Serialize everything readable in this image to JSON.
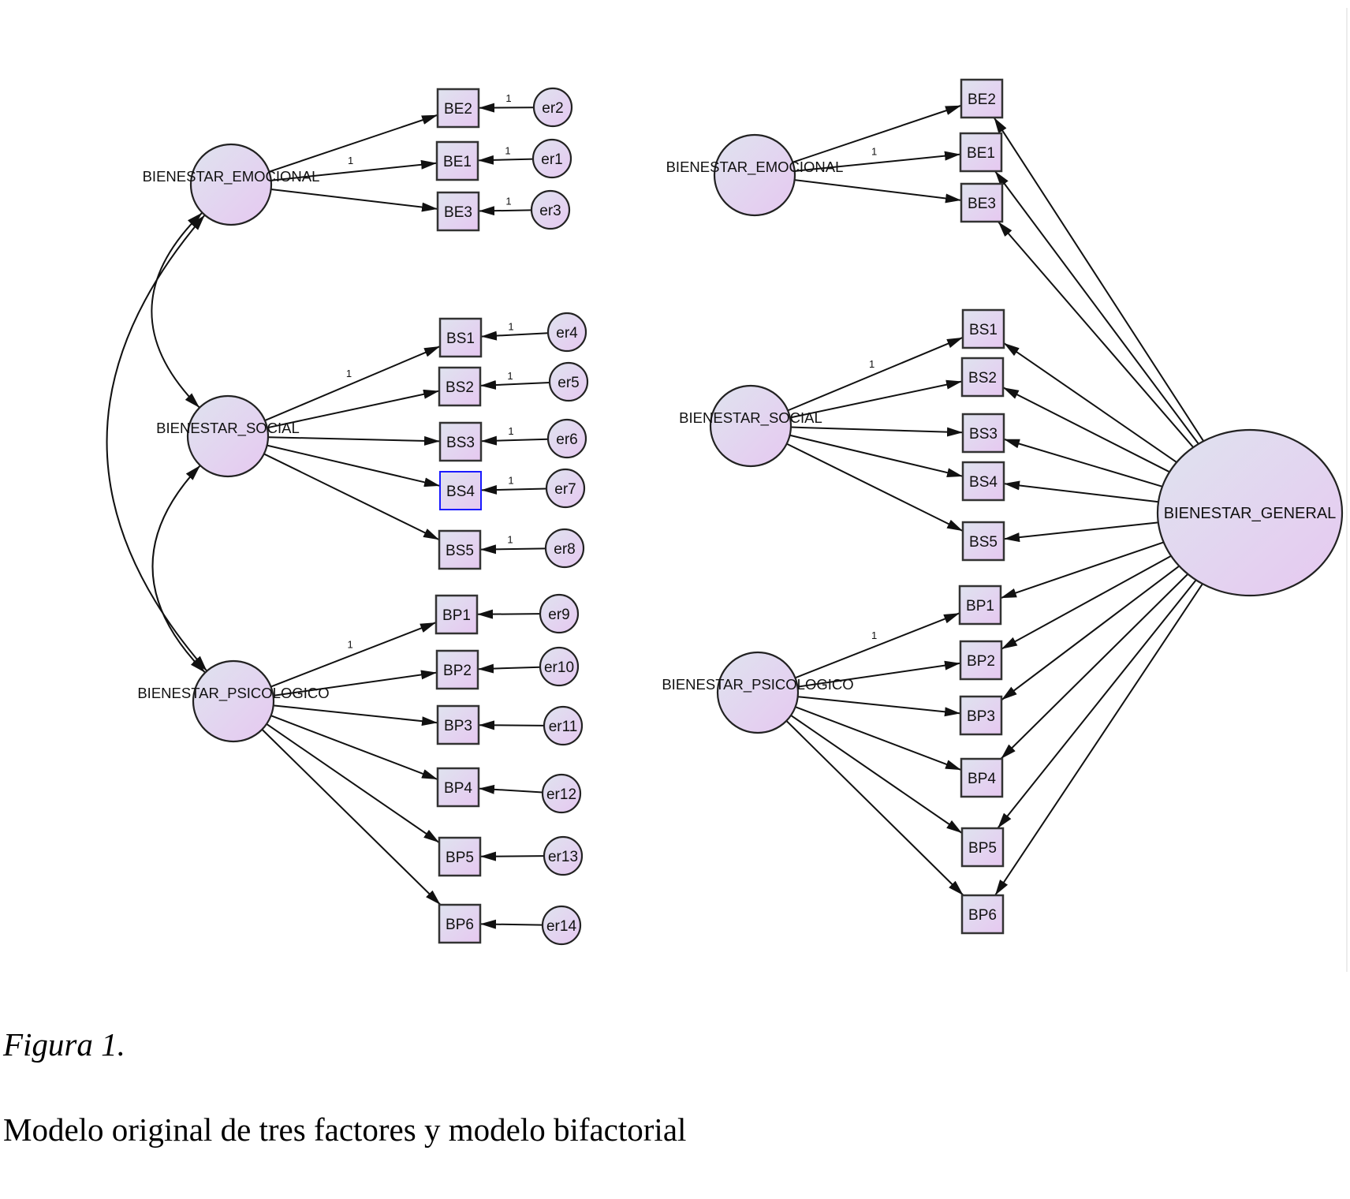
{
  "caption": {
    "label": "Figura 1.",
    "title": "Modelo original de tres factores y modelo bifactorial"
  },
  "colors": {
    "node_fill_start": "#dfe3ef",
    "node_fill_end": "#e6c8f0",
    "edge": "#111111",
    "selected_outline": "#1a1aff"
  },
  "models": {
    "three_factor": {
      "factors": [
        {
          "id": "L_EMO",
          "label": "BIENESTAR_EMOCIONAL"
        },
        {
          "id": "L_SOC",
          "label": "BIENESTAR_SOCIAL"
        },
        {
          "id": "L_PSI",
          "label": "BIENESTAR_PSICOLOGICO"
        }
      ],
      "indicators": [
        {
          "id": "L_BE2",
          "label": "BE2",
          "factor": "L_EMO",
          "error": "er2",
          "loading": "",
          "error_coef": "1"
        },
        {
          "id": "L_BE1",
          "label": "BE1",
          "factor": "L_EMO",
          "error": "er1",
          "loading": "1",
          "error_coef": "1"
        },
        {
          "id": "L_BE3",
          "label": "BE3",
          "factor": "L_EMO",
          "error": "er3",
          "loading": "",
          "error_coef": "1"
        },
        {
          "id": "L_BS1",
          "label": "BS1",
          "factor": "L_SOC",
          "error": "er4",
          "loading": "1",
          "error_coef": "1"
        },
        {
          "id": "L_BS2",
          "label": "BS2",
          "factor": "L_SOC",
          "error": "er5",
          "loading": "",
          "error_coef": "1"
        },
        {
          "id": "L_BS3",
          "label": "BS3",
          "factor": "L_SOC",
          "error": "er6",
          "loading": "",
          "error_coef": "1"
        },
        {
          "id": "L_BS4",
          "label": "BS4",
          "factor": "L_SOC",
          "error": "er7",
          "loading": "",
          "error_coef": "1",
          "selected": true
        },
        {
          "id": "L_BS5",
          "label": "BS5",
          "factor": "L_SOC",
          "error": "er8",
          "loading": "",
          "error_coef": "1"
        },
        {
          "id": "L_BP1",
          "label": "BP1",
          "factor": "L_PSI",
          "error": "er9",
          "loading": "1",
          "error_coef": ""
        },
        {
          "id": "L_BP2",
          "label": "BP2",
          "factor": "L_PSI",
          "error": "er10",
          "loading": "",
          "error_coef": ""
        },
        {
          "id": "L_BP3",
          "label": "BP3",
          "factor": "L_PSI",
          "error": "er11",
          "loading": "",
          "error_coef": ""
        },
        {
          "id": "L_BP4",
          "label": "BP4",
          "factor": "L_PSI",
          "error": "er12",
          "loading": "",
          "error_coef": ""
        },
        {
          "id": "L_BP5",
          "label": "BP5",
          "factor": "L_PSI",
          "error": "er13",
          "loading": "",
          "error_coef": ""
        },
        {
          "id": "L_BP6",
          "label": "BP6",
          "factor": "L_PSI",
          "error": "er14",
          "loading": "",
          "error_coef": ""
        }
      ],
      "covariances": [
        {
          "from": "L_EMO",
          "to": "L_SOC"
        },
        {
          "from": "L_SOC",
          "to": "L_PSI"
        },
        {
          "from": "L_EMO",
          "to": "L_PSI"
        }
      ]
    },
    "bifactor": {
      "general": {
        "id": "R_GEN",
        "label": "BIENESTAR_GENERAL"
      },
      "factors": [
        {
          "id": "R_EMO",
          "label": "BIENESTAR_EMOCIONAL"
        },
        {
          "id": "R_SOC",
          "label": "BIENESTAR_SOCIAL"
        },
        {
          "id": "R_PSI",
          "label": "BIENESTAR_PSICOLOGICO"
        }
      ],
      "indicators": [
        {
          "id": "R_BE2",
          "label": "BE2",
          "factor": "R_EMO",
          "loading": ""
        },
        {
          "id": "R_BE1",
          "label": "BE1",
          "factor": "R_EMO",
          "loading": "1"
        },
        {
          "id": "R_BE3",
          "label": "BE3",
          "factor": "R_EMO",
          "loading": ""
        },
        {
          "id": "R_BS1",
          "label": "BS1",
          "factor": "R_SOC",
          "loading": "1"
        },
        {
          "id": "R_BS2",
          "label": "BS2",
          "factor": "R_SOC",
          "loading": ""
        },
        {
          "id": "R_BS3",
          "label": "BS3",
          "factor": "R_SOC",
          "loading": ""
        },
        {
          "id": "R_BS4",
          "label": "BS4",
          "factor": "R_SOC",
          "loading": ""
        },
        {
          "id": "R_BS5",
          "label": "BS5",
          "factor": "R_SOC",
          "loading": ""
        },
        {
          "id": "R_BP1",
          "label": "BP1",
          "factor": "R_PSI",
          "loading": "1"
        },
        {
          "id": "R_BP2",
          "label": "BP2",
          "factor": "R_PSI",
          "loading": ""
        },
        {
          "id": "R_BP3",
          "label": "BP3",
          "factor": "R_PSI",
          "loading": ""
        },
        {
          "id": "R_BP4",
          "label": "BP4",
          "factor": "R_PSI",
          "loading": ""
        },
        {
          "id": "R_BP5",
          "label": "BP5",
          "factor": "R_PSI",
          "loading": ""
        },
        {
          "id": "R_BP6",
          "label": "BP6",
          "factor": "R_PSI",
          "loading": ""
        }
      ]
    }
  }
}
